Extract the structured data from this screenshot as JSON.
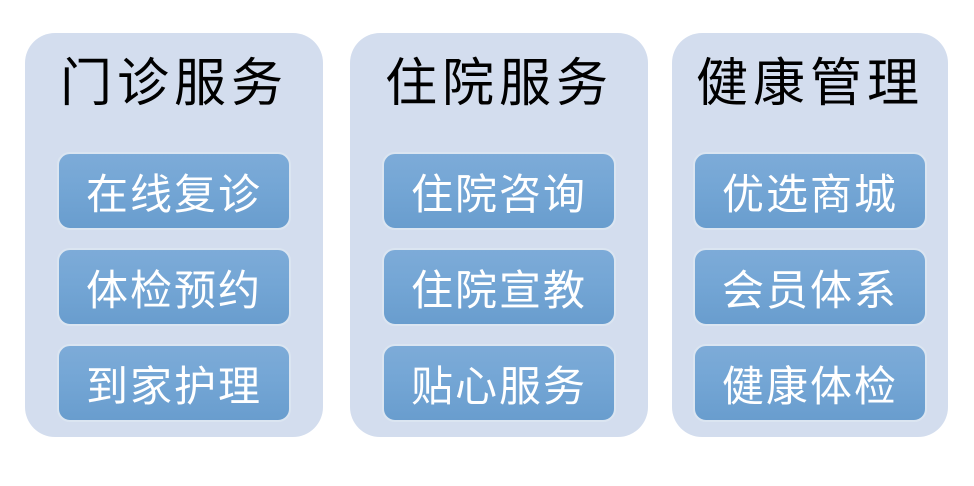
{
  "colors": {
    "page_background": "#ffffff",
    "panel_background": "#d3ddee",
    "panel_title_color": "#000000",
    "item_fill": "#74a6d5",
    "item_fill_top": "#7dabd8",
    "item_fill_bottom": "#699dce",
    "item_border": "#dbe5f1",
    "item_text_color": "#ffffff"
  },
  "columns": [
    {
      "title": "门诊服务",
      "items": [
        "在线复诊",
        "体检预约",
        "到家护理"
      ]
    },
    {
      "title": "住院服务",
      "items": [
        "住院咨询",
        "住院宣教",
        "贴心服务"
      ]
    },
    {
      "title": "健康管理",
      "items": [
        "优选商城",
        "会员体系",
        "健康体检"
      ]
    }
  ]
}
